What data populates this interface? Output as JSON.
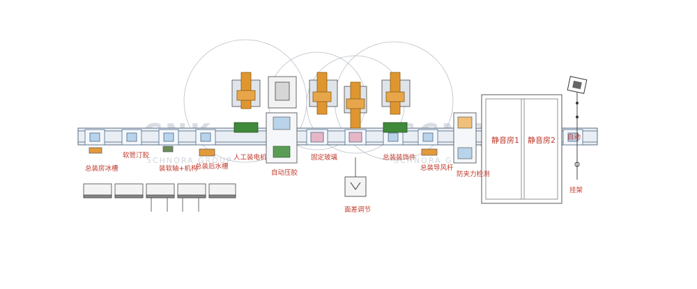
{
  "watermark": {
    "brand": "CNK",
    "brand_alt": "SCNQ",
    "tagline": "SCHNORA GROUP",
    "tagline_alt": "SCHNORA G"
  },
  "stations": {
    "glass_rinse": "总装房冰槽",
    "hose_glue": "软管汀胶",
    "hose_fit": "装软轴+机构",
    "rear_tank": "总装后水槽",
    "manual_motor": "人工装电机",
    "auto_press": "自动压胶",
    "fix_glass": "固定玻璃",
    "clearance_adjust": "面差调节",
    "final_assembly": "总装装饰件",
    "guide_rail": "总装导风杆",
    "anti_pinch": "防夹力检测",
    "quiet_room_1": "静音房1",
    "quiet_room_2": "静音房2",
    "autoline_tag": "自动",
    "hanger": "挂架"
  }
}
